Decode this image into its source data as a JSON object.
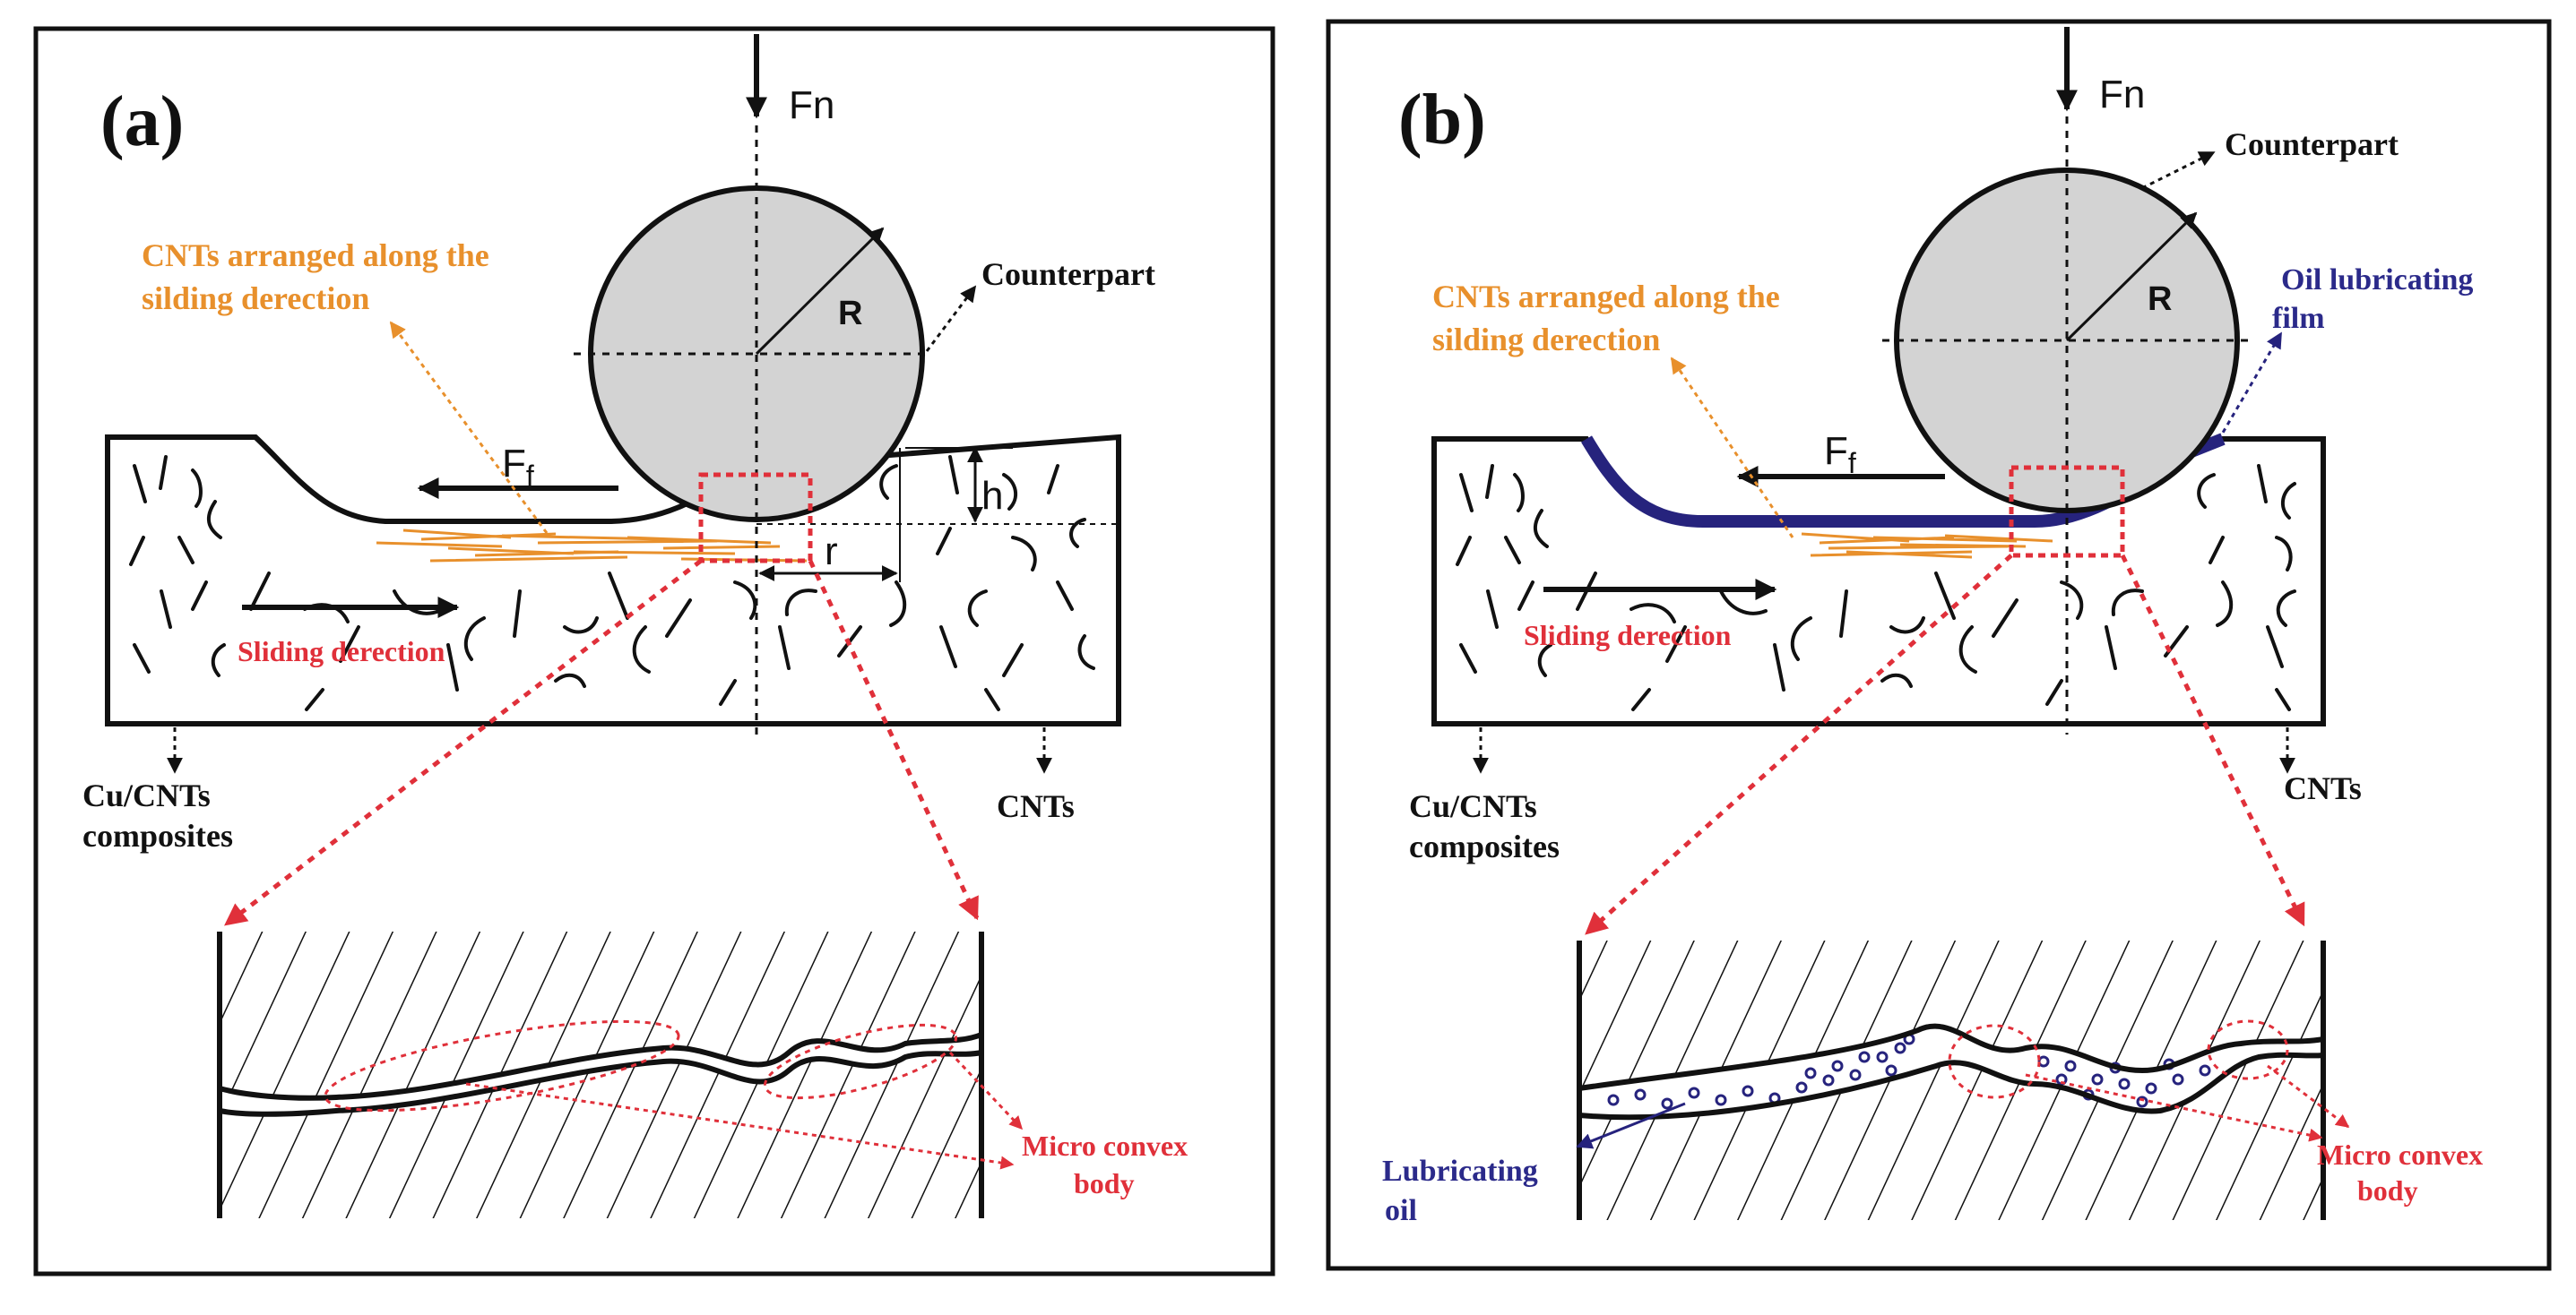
{
  "panels": [
    {
      "letter": "(a)",
      "force_normal": "Fn",
      "force_friction": "F",
      "force_friction_sub": "f",
      "radius": "R",
      "height": "h",
      "contact_radius": "r",
      "counterpart": "Counterpart",
      "cnt_arranged_line1": "CNTs arranged along the",
      "cnt_arranged_line2": "silding derection",
      "sliding_direction": "Sliding derection",
      "composite_line1": "Cu/CNTs",
      "composite_line2": "composites",
      "cnts": "CNTs",
      "micro_line1": "Micro convex",
      "micro_line2": "body"
    },
    {
      "letter": "(b)",
      "force_normal": "Fn",
      "force_friction": "F",
      "force_friction_sub": "f",
      "radius": "R",
      "counterpart": "Counterpart",
      "oil_film_line1": "Oil lubricating",
      "oil_film_line2": "film",
      "cnt_arranged_line1": "CNTs arranged along the",
      "cnt_arranged_line2": "silding derection",
      "sliding_direction": "Sliding derection",
      "composite_line1": "Cu/CNTs",
      "composite_line2": "composites",
      "cnts": "CNTs",
      "lube_line1": "Lubricating",
      "lube_line2": "oil",
      "micro_line1": "Micro convex",
      "micro_line2": "body"
    }
  ],
  "colors": {
    "ink": "#111111",
    "ball": "#d3d3d3",
    "orange": "#e8902c",
    "red": "#e0303a",
    "navy": "#26237d"
  }
}
